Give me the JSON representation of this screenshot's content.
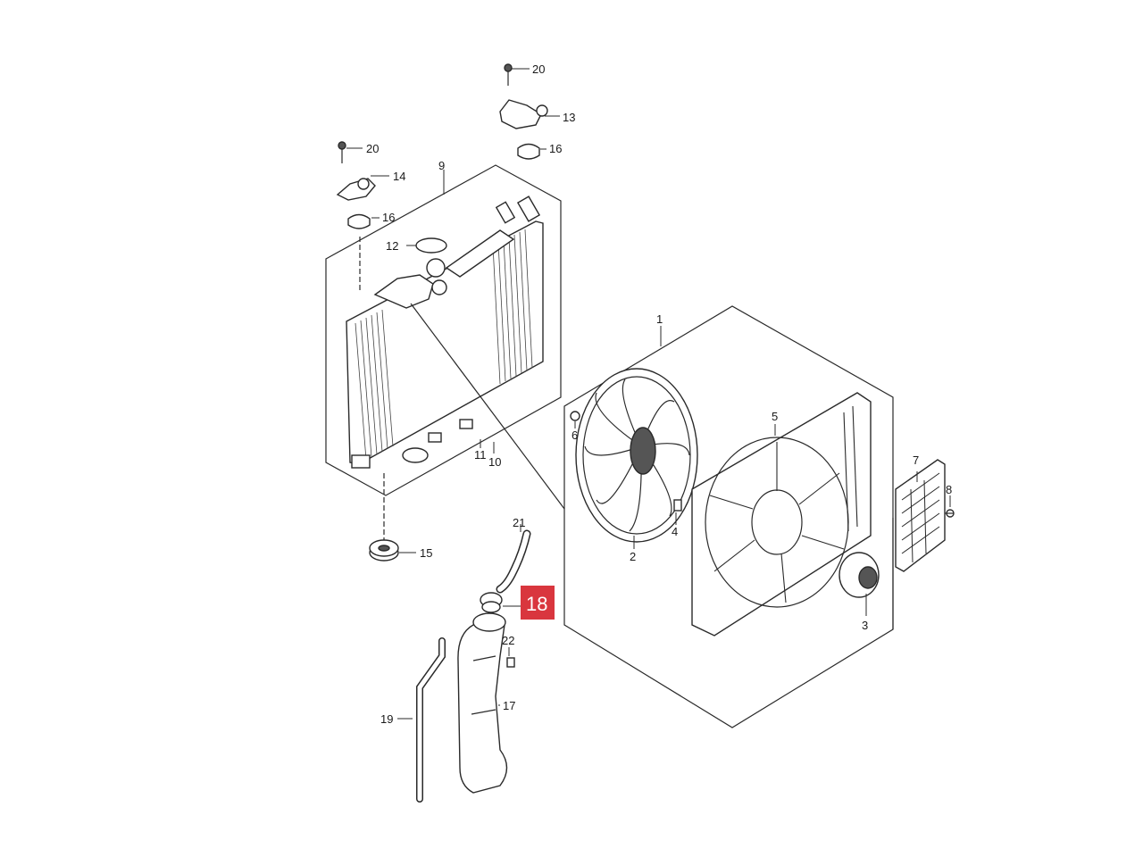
{
  "diagram": {
    "highlighted_callout": "18",
    "highlight_color": "#d9363e",
    "callouts": [
      "1",
      "2",
      "3",
      "4",
      "5",
      "6",
      "7",
      "8",
      "9",
      "10",
      "11",
      "12",
      "13",
      "14",
      "15",
      "16",
      "16",
      "17",
      "19",
      "20",
      "20",
      "21",
      "22"
    ]
  }
}
